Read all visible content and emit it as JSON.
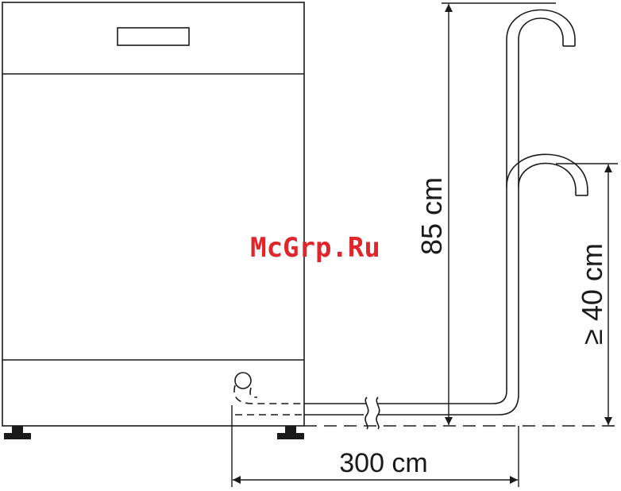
{
  "labels": {
    "height_max": "85 cm",
    "height_min": "≥ 40 cm",
    "hose_length": "300 cm"
  },
  "watermark": "McGrp.Ru",
  "colors": {
    "line": "#1a1a1a",
    "watermark": "#e0262b",
    "background": "#ffffff"
  }
}
